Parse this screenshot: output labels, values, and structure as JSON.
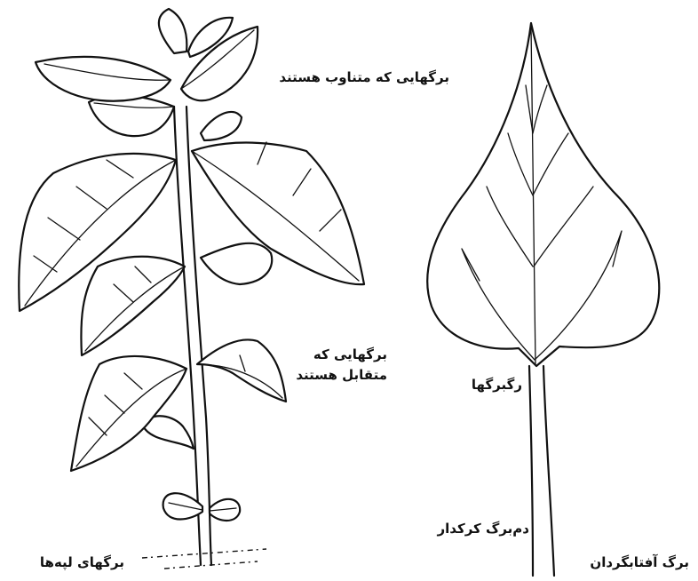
{
  "labels": {
    "alternate_leaves": "برگهایی که متناوب هستند",
    "opposite_leaves_line1": "برگهایی که",
    "opposite_leaves_line2": "متقابل هستند",
    "cotyledons": "برگهای لپه‌ها",
    "veins": "رگبرگها",
    "petiole": "دم‌برگ کرکدار",
    "sunflower_leaf": "برگ آفتابگردان"
  }
}
